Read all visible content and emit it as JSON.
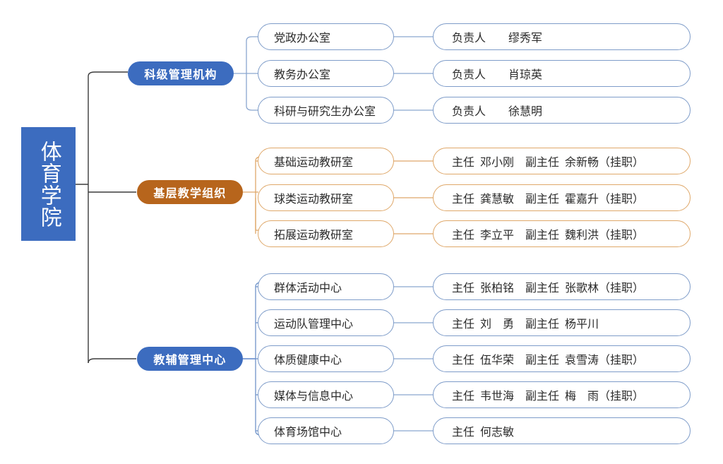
{
  "diagram": {
    "type": "organization-chart",
    "root": {
      "label": "体育学院",
      "color": "#3c6cbf"
    },
    "branches": [
      {
        "id": "branch-administrative",
        "label": "科级管理机构",
        "color": "#3c6cbf",
        "theme": "blue",
        "items": [
          {
            "unit": "党政办公室",
            "staff": "负责人  缪秀军"
          },
          {
            "unit": "教务办公室",
            "staff": "负责人  肖琼英"
          },
          {
            "unit": "科研与研究生办公室",
            "staff": "负责人  徐慧明"
          }
        ]
      },
      {
        "id": "branch-teaching",
        "label": "基层教学组织",
        "color": "#b7651c",
        "theme": "orange",
        "items": [
          {
            "unit": "基础运动教研室",
            "staff": "主任 邓小刚 副主任 余新畅（挂职）"
          },
          {
            "unit": "球类运动教研室",
            "staff": "主任 龚慧敏 副主任 霍嘉升（挂职）"
          },
          {
            "unit": "拓展运动教研室",
            "staff": "主任 李立平 副主任 魏利洪（挂职）"
          }
        ]
      },
      {
        "id": "branch-support",
        "label": "教辅管理中心",
        "color": "#3c6cbf",
        "theme": "blue",
        "items": [
          {
            "unit": "群体活动中心",
            "staff": "主任 张柏铭 副主任 张歌林（挂职）"
          },
          {
            "unit": "运动队管理中心",
            "staff": "主任 刘 勇 副主任 杨平川"
          },
          {
            "unit": "体质健康中心",
            "staff": "主任 伍华荣 副主任 袁雪涛（挂职）"
          },
          {
            "unit": "媒体与信息中心",
            "staff": "主任 韦世海 副主任 梅 雨（挂职）"
          },
          {
            "unit": "体育场馆中心",
            "staff": "主任 何志敏"
          }
        ]
      }
    ]
  }
}
